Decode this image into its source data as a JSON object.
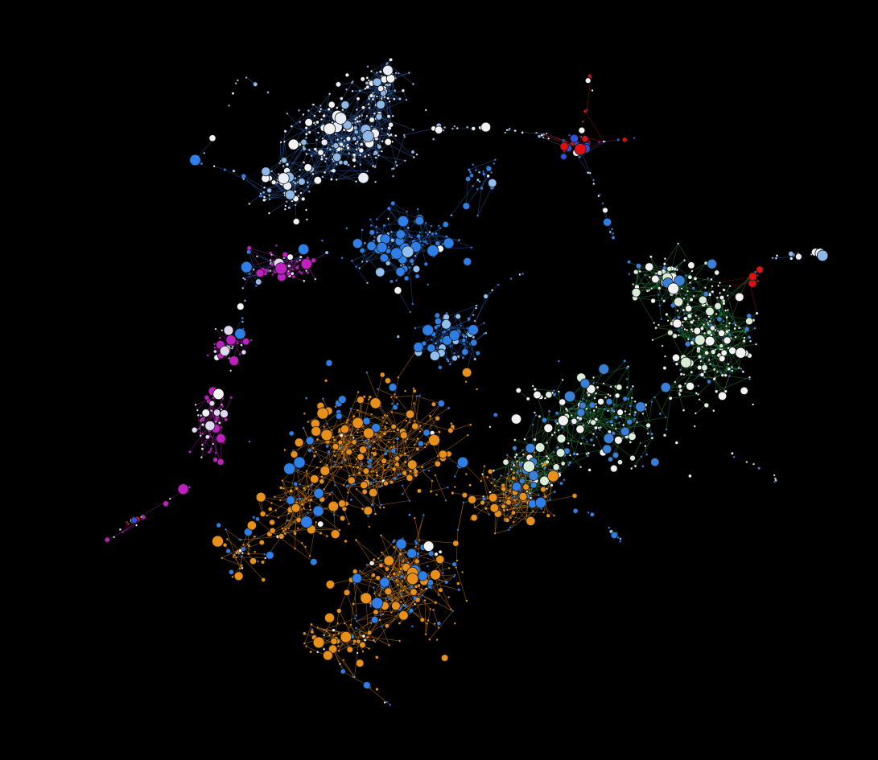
{
  "diagram": {
    "type": "network-graph",
    "background": "#000000",
    "node_outline": "#1a1a1a",
    "clusters": [
      {
        "name": "orange",
        "node_color": "#e8901a",
        "edge_color": "#b8701a",
        "mix_color": "#2f7fe8"
      },
      {
        "name": "green",
        "node_color": "#d8ecd8",
        "edge_color": "#1f7a35",
        "mix_color": "#3a7fd8"
      },
      {
        "name": "light-blue",
        "node_color": "#8fb8e8",
        "edge_color": "#2a5aa0",
        "mix_color": "#e8eef8"
      },
      {
        "name": "blue",
        "node_color": "#2f7fe8",
        "edge_color": "#1f4f9a",
        "mix_color": "#8fc0f0"
      },
      {
        "name": "magenta",
        "node_color": "#c020c0",
        "edge_color": "#8a1a8a",
        "mix_color": "#e0d8f0"
      },
      {
        "name": "red",
        "node_color": "#e01010",
        "edge_color": "#a01010",
        "mix_color": "#3050e0"
      }
    ],
    "highlight_color": "#f2f2f2"
  }
}
